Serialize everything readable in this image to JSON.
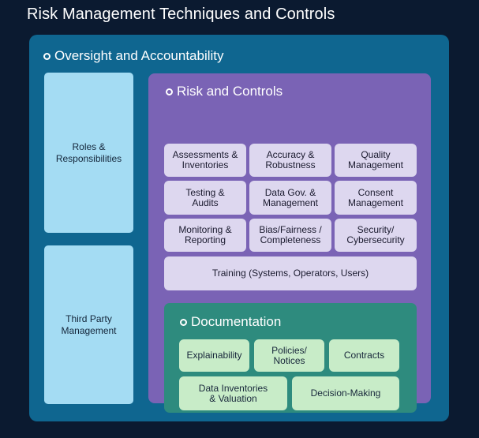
{
  "title": "Risk Management Techniques and Controls",
  "oversight": {
    "title": "Oversight and Accountability",
    "roles": "Roles &\nResponsibilities",
    "third_party": "Third Party\nManagement"
  },
  "risk": {
    "title": "Risk and Controls",
    "items": [
      "Assessments &\nInventories",
      "Accuracy &\nRobustness",
      "Quality\nManagement",
      "Testing &\nAudits",
      "Data Gov. &\nManagement",
      "Consent\nManagement",
      "Monitoring &\nReporting",
      "Bias/Fairness /\nCompleteness",
      "Security/\nCybersecurity"
    ],
    "training": "Training (Systems, Operators, Users)"
  },
  "documentation": {
    "title": "Documentation",
    "items": [
      "Explainability",
      "Policies/\nNotices",
      "Contracts",
      "Data Inventories\n& Valuation",
      "Decision-Making"
    ]
  },
  "colors": {
    "background": "#0b1a30",
    "oversight": "#0f6690",
    "side_box": "#a4dcf3",
    "risk": "#7a63b5",
    "risk_cell": "#ddd7ef",
    "documentation": "#2e8b7e",
    "doc_cell": "#c8ecc8"
  }
}
